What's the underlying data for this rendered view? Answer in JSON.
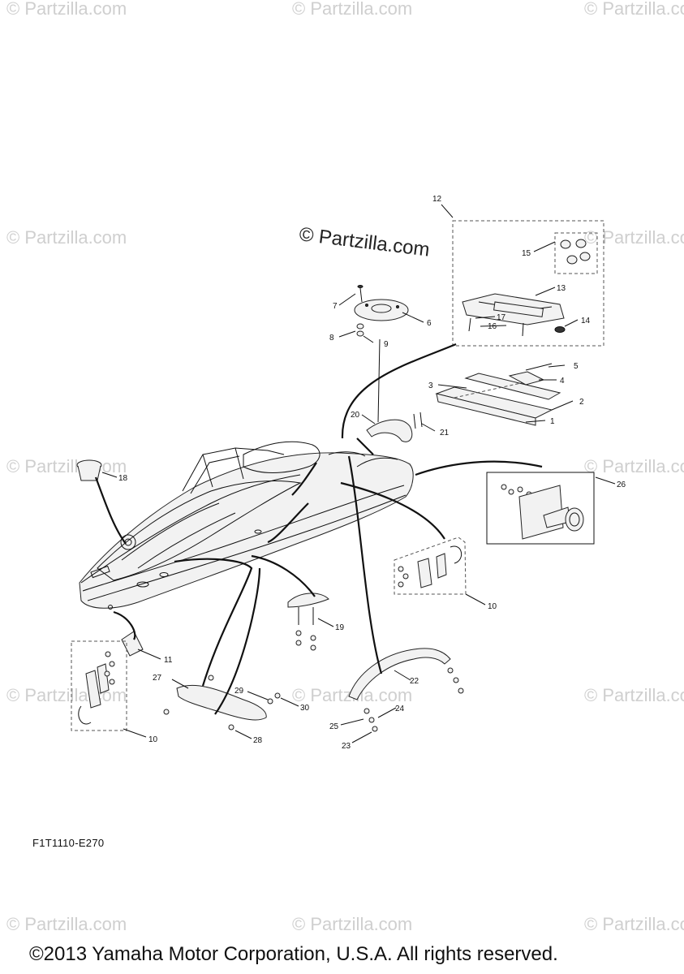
{
  "watermark": {
    "text": "© Partzilla.com",
    "main_text": "© Partzilla.com"
  },
  "diagram_code": "F1T1110-E270",
  "copyright": "©2013 Yamaha Motor Corporation, U.S.A. All rights reserved.",
  "callouts": [
    "1",
    "2",
    "3",
    "4",
    "5",
    "6",
    "7",
    "8",
    "9",
    "10",
    "10",
    "10",
    "11",
    "12",
    "13",
    "14",
    "15",
    "16",
    "17",
    "18",
    "19",
    "20",
    "21",
    "22",
    "23",
    "24",
    "25",
    "26",
    "27",
    "28",
    "29",
    "30"
  ]
}
